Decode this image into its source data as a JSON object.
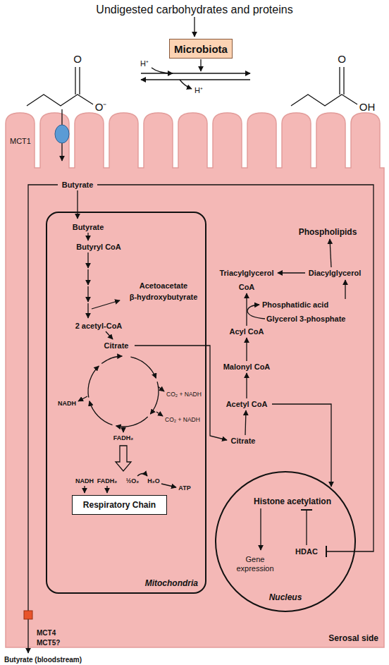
{
  "diagram": {
    "nodes": [
      {
        "text": [
          "Microbiota"
        ]
      },
      {
        "text": [
          "Serosal side"
        ]
      },
      {
        "text": [
          "Mitochondria"
        ],
        "in": 1
      },
      {
        "text": [
          "Respiratory Chain"
        ],
        "in": 2
      },
      {
        "text": [
          "Nucleus"
        ],
        "in": 1
      }
    ],
    "labels": [
      "Undigested carbohydrates and proteins",
      "O",
      "O⁻",
      "O",
      "OH",
      "H⁺",
      "H⁺",
      "MCT1",
      "Butyrate",
      "Butyrate",
      "Butyryl CoA",
      "Acetoacetate",
      "β-hydroxybutyrate",
      "2 acetyl-CoA",
      "Citrate",
      "NADH",
      "CO₂ + NADH",
      "CO₂ + NADH",
      "FADH₂",
      "NADH",
      "FADH₂",
      "½O₂",
      "H₂O",
      "ATP",
      "Citrate",
      "Acetyl CoA",
      "Malonyl CoA",
      "Acyl CoA",
      "CoA",
      "Phosphatidic acid",
      "Glycerol 3-phosphate",
      "Triacylglycerol",
      "Diacylglycerol",
      "Phospholipids",
      "Histone acetylation",
      "HDAC",
      "Gene expression",
      "MCT4",
      "MCT5?",
      "Butyrate (bloodstream)"
    ]
  }
}
